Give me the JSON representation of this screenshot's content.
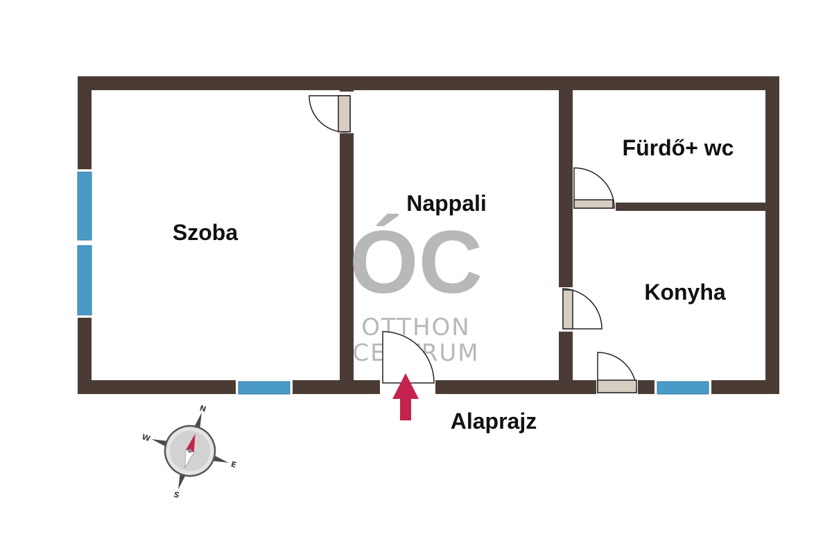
{
  "plan": {
    "title": "Alaprajz",
    "rooms": [
      {
        "label": "Szoba"
      },
      {
        "label": "Nappali"
      },
      {
        "label": "Fürdő+ wc"
      },
      {
        "label": "Konyha"
      }
    ]
  },
  "watermark": {
    "mark": "ÓC",
    "line1": "OTTHON",
    "line2": "CENTRUM"
  },
  "compass": {
    "north": "N",
    "east": "E",
    "south": "S",
    "west": "W"
  },
  "colors": {
    "wall": "#4a3c35",
    "window": "#4a9ac7",
    "door_fill": "#d6cdc3",
    "entrance_arrow": "#c4234d",
    "watermark": "#b8b8b8"
  }
}
